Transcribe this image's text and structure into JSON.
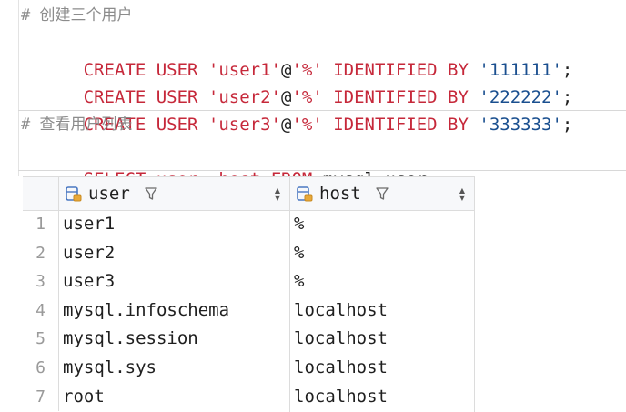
{
  "editor": {
    "lines": [
      {
        "type": "comment",
        "text": "# 创建三个用户"
      },
      {
        "type": "create",
        "kw1": "CREATE USER ",
        "user": "'user1'",
        "at": "@",
        "host": "'%'",
        "kw2": " IDENTIFIED BY ",
        "pwd": "'111111'",
        "end": ";"
      },
      {
        "type": "create",
        "kw1": "CREATE USER ",
        "user": "'user2'",
        "at": "@",
        "host": "'%'",
        "kw2": " IDENTIFIED BY ",
        "pwd": "'222222'",
        "end": ";"
      },
      {
        "type": "create",
        "kw1": "CREATE USER ",
        "user": "'user3'",
        "at": "@",
        "host": "'%'",
        "kw2": " IDENTIFIED BY ",
        "pwd": "'333333'",
        "end": ";"
      },
      {
        "type": "comment",
        "text": "# 查看用户列表"
      },
      {
        "type": "select",
        "kw1": "SELECT ",
        "col1": "user",
        "comma": ", ",
        "col2": "host",
        "kw2": " FROM ",
        "table": "mysql.user",
        "end": ";"
      }
    ]
  },
  "result": {
    "columns": [
      {
        "name": "user",
        "icon": "column-icon",
        "filter": "filter-icon",
        "sort": "sort-icon"
      },
      {
        "name": "host",
        "icon": "column-icon",
        "filter": "filter-icon",
        "sort": "sort-icon"
      }
    ],
    "rows": [
      {
        "n": "1",
        "user": "user1",
        "host": "%"
      },
      {
        "n": "2",
        "user": "user2",
        "host": "%"
      },
      {
        "n": "3",
        "user": "user3",
        "host": "%"
      },
      {
        "n": "4",
        "user": "mysql.infoschema",
        "host": "localhost"
      },
      {
        "n": "5",
        "user": "mysql.session",
        "host": "localhost"
      },
      {
        "n": "6",
        "user": "mysql.sys",
        "host": "localhost"
      },
      {
        "n": "7",
        "user": "root",
        "host": "localhost"
      }
    ]
  },
  "colors": {
    "keyword": "#c6283a",
    "number": "#1a4f8f",
    "comment": "#8c8c8c"
  }
}
